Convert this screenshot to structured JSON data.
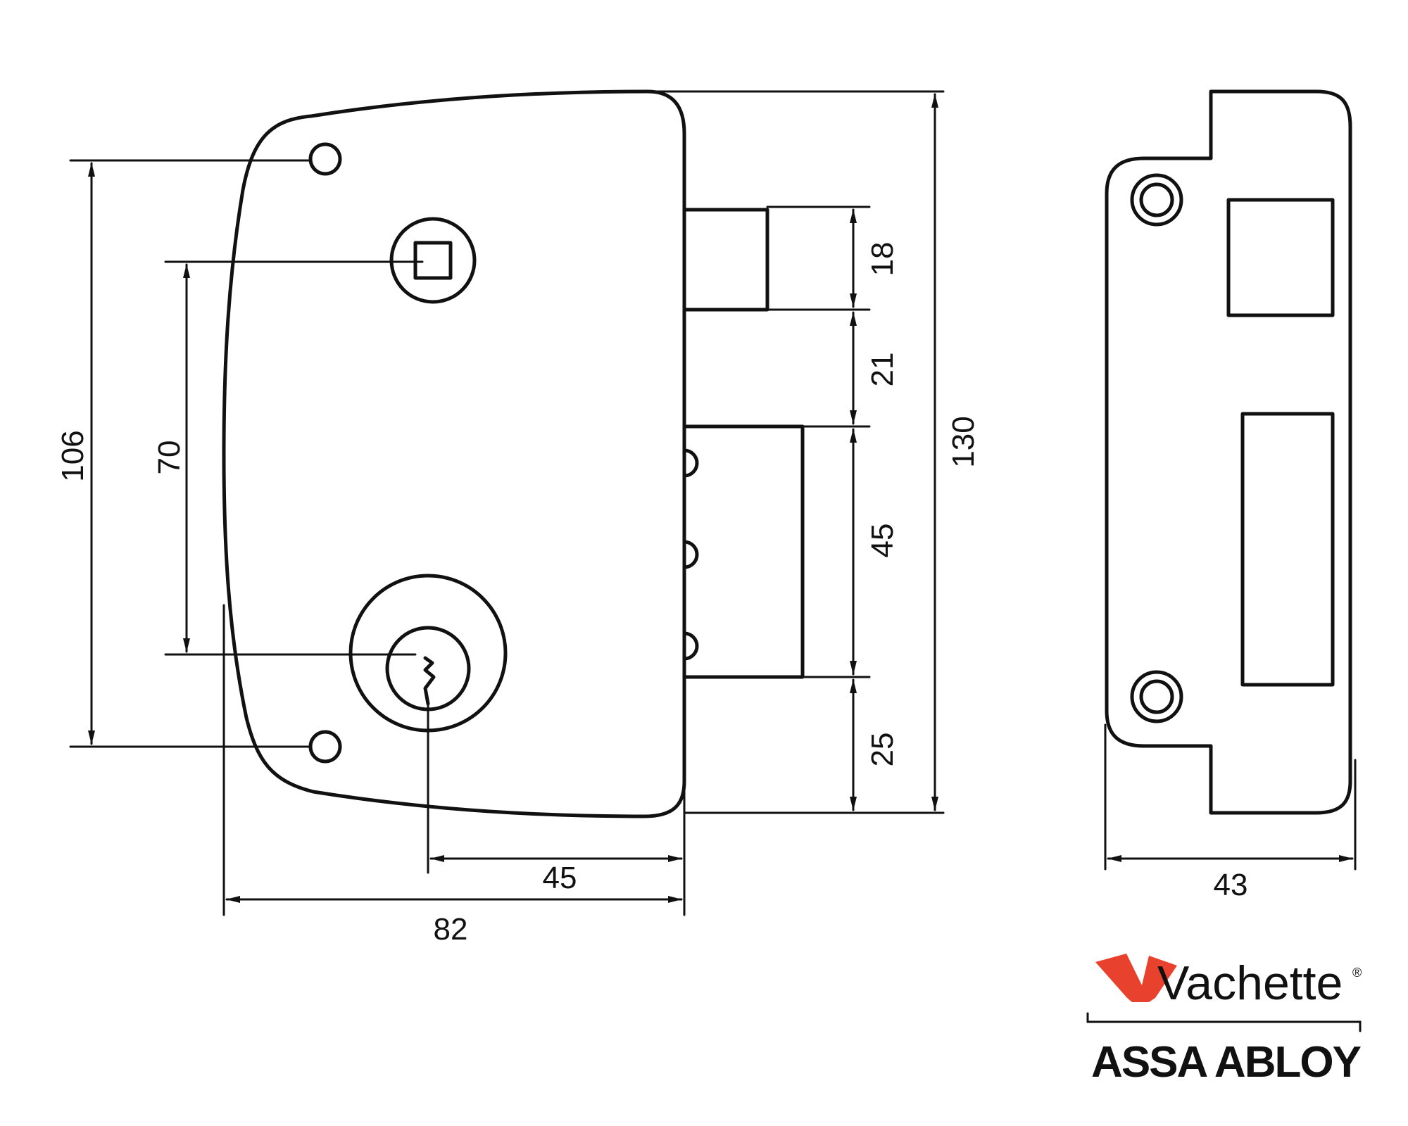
{
  "colors": {
    "line": "#111111",
    "brand_red": "#e8412d",
    "background": "#ffffff"
  },
  "dimensions": {
    "overall_height": "130",
    "hole_spacing": "106",
    "follower_to_cylinder": "70",
    "latch_height": "18",
    "gap_latch_bolt": "21",
    "bolt_height": "45",
    "bottom_offset": "25",
    "backset": "45",
    "overall_width": "82",
    "strike_width": "43"
  },
  "logo": {
    "brand": "Vachette",
    "registered": "®",
    "group": "ASSA ABLOY",
    "icon": "vachette-v-icon"
  }
}
